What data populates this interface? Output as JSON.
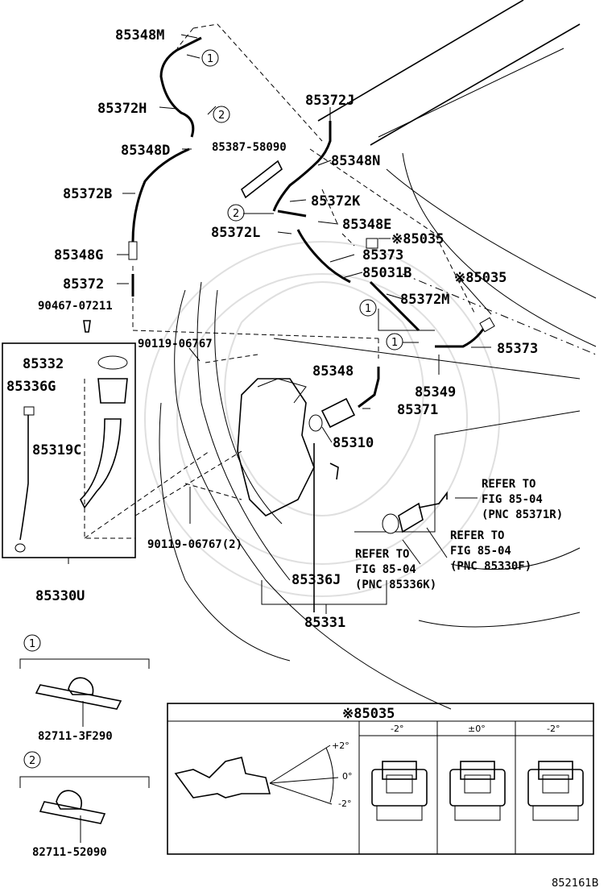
{
  "parts": [
    "85348M",
    "85372H",
    "85348D",
    "85372B",
    "85348G",
    "85372",
    "90467-07211",
    "85332",
    "85336G",
    "85319C",
    "85330U",
    "85372J",
    "85387-58090",
    "85348N",
    "85372K",
    "85348E",
    "85372L",
    "※85035",
    "85373",
    "85031B",
    "※85035",
    "85372M",
    "85373",
    "85349",
    "85348",
    "85371",
    "85310",
    "90119-06767",
    "90119-06767(2)",
    "85336J",
    "85331"
  ],
  "refs": [
    {
      "line1": "REFER TO",
      "line2": "FIG 85-04",
      "line3": "(PNC 85371R)"
    },
    {
      "line1": "REFER TO",
      "line2": "FIG 85-04",
      "line3": "(PNC 85330F)"
    },
    {
      "line1": "REFER TO",
      "line2": "FIG 85-04",
      "line3": "(PNC 85336K)"
    }
  ],
  "circles": [
    "1",
    "2",
    "1",
    "1",
    "2"
  ],
  "legend": [
    {
      "marker": "1",
      "part": "82711-3F290"
    },
    {
      "marker": "2",
      "part": "82711-52090"
    }
  ],
  "inset": {
    "title": "※85035",
    "angles_diagram": [
      "+2°",
      "0°",
      "-2°"
    ],
    "columns": [
      "-2°",
      "±0°",
      "-2°"
    ]
  },
  "figure_id": "852161B"
}
